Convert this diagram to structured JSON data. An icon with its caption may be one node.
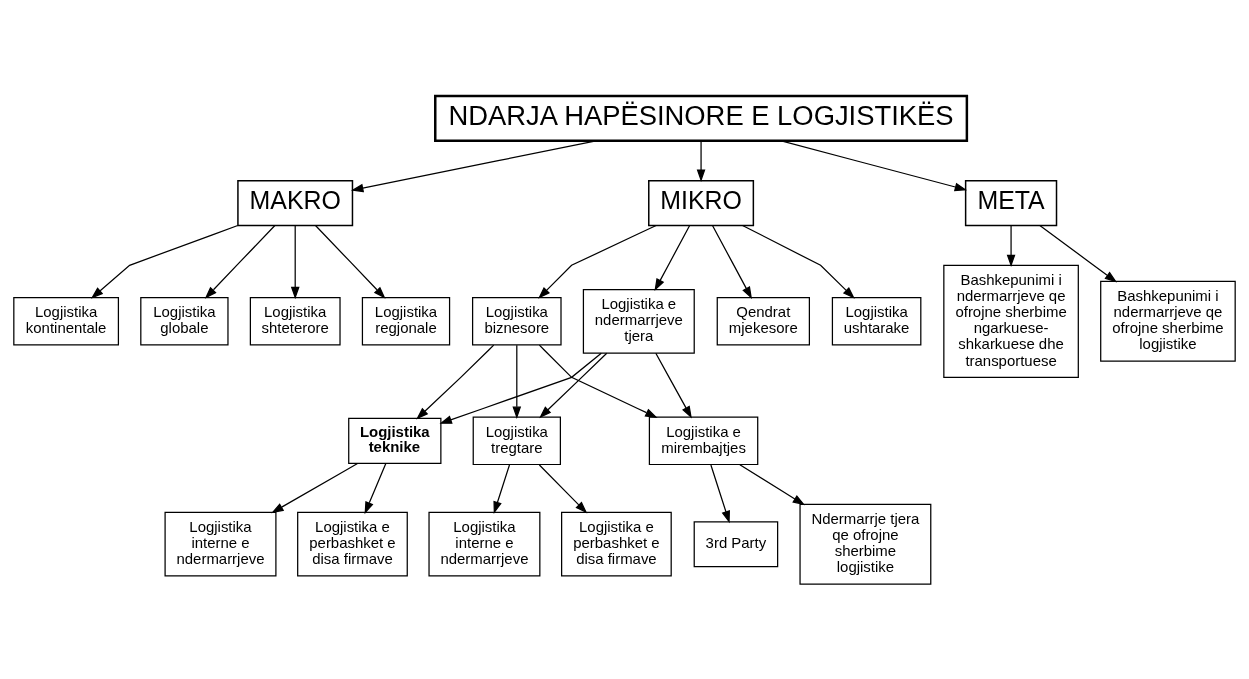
{
  "diagram": {
    "nodes": [
      {
        "text": [
          "NDARJA HAPËSINORE E LOGJISTIKËS"
        ]
      },
      {
        "text": [
          "MAKRO"
        ]
      },
      {
        "text": [
          "MIKRO"
        ]
      },
      {
        "text": [
          "META"
        ]
      },
      {
        "text": [
          "Logjistika shteterore"
        ]
      },
      {
        "text": [
          "Logjistika regjonale"
        ]
      },
      {
        "text": [
          "Logjistika kontinentale"
        ]
      },
      {
        "text": [
          "Logjistika globale"
        ]
      },
      {
        "text": [
          "Qendrat mjekesore"
        ]
      },
      {
        "text": [
          "Logjistika ushtarake"
        ]
      },
      {
        "text": [
          "Logjistika biznesore"
        ]
      },
      {
        "text": [
          "Logjistika e ndermarrjeve tjera"
        ]
      },
      {
        "text": [
          "Logjistika teknike"
        ]
      },
      {
        "text": [
          "Logjistika tregtare"
        ]
      },
      {
        "text": [
          "Logjistika e mirembajtjes"
        ]
      },
      {
        "text": [
          "Logjistika interne e ndermarrjeve"
        ]
      },
      {
        "text": [
          "Logjistika e perbashket e disa firmave"
        ]
      },
      {
        "text": [
          "Logjistika interne e ndermarrjeve"
        ]
      },
      {
        "text": [
          "Logjistika e perbashket e disa firmave"
        ]
      },
      {
        "text": [
          "Bashkepunimi i ndermarrjeve qe ofrojne sherbime ngarkuese- shkarkuese dhe transportuese"
        ]
      },
      {
        "text": [
          "Bashkepunimi i ndermarrjeve qe ofrojne sherbime logjistike"
        ]
      },
      {
        "text": [
          "3rd Party"
        ]
      },
      {
        "text": [
          "Ndermarrje tjera qe ofrojne sherbime logjistike"
        ]
      }
    ],
    "edges": [
      {
        "from": 0,
        "to": 1,
        "arrow": "to"
      },
      {
        "from": 0,
        "to": 2,
        "arrow": "to"
      },
      {
        "from": 0,
        "to": 3,
        "arrow": "to"
      },
      {
        "from": 1,
        "to": 4,
        "arrow": "to"
      },
      {
        "from": 1,
        "to": 5,
        "arrow": "to"
      },
      {
        "from": 1,
        "to": 6,
        "arrow": "to"
      },
      {
        "from": 1,
        "to": 7,
        "arrow": "to"
      },
      {
        "from": 2,
        "to": 8,
        "arrow": "to"
      },
      {
        "from": 2,
        "to": 9,
        "arrow": "to"
      },
      {
        "from": 2,
        "to": 10,
        "arrow": "to"
      },
      {
        "from": 2,
        "to": 11,
        "arrow": "to"
      },
      {
        "from": 10,
        "to": 12,
        "arrow": "to"
      },
      {
        "from": 10,
        "to": 13,
        "arrow": "to"
      },
      {
        "from": 10,
        "to": 14,
        "arrow": "to"
      },
      {
        "from": 11,
        "to": 12,
        "arrow": "to"
      },
      {
        "from": 11,
        "to": 13,
        "arrow": "to"
      },
      {
        "from": 11,
        "to": 14,
        "arrow": "to"
      },
      {
        "from": 12,
        "to": 15,
        "arrow": "to"
      },
      {
        "from": 12,
        "to": 16,
        "arrow": "to"
      },
      {
        "from": 13,
        "to": 17,
        "arrow": "to"
      },
      {
        "from": 13,
        "to": 18,
        "arrow": "to"
      },
      {
        "from": 3,
        "to": 19,
        "arrow": "to"
      },
      {
        "from": 3,
        "to": 20,
        "arrow": "to"
      },
      {
        "from": 14,
        "to": 21,
        "arrow": "to"
      },
      {
        "from": 14,
        "to": 22,
        "arrow": "to"
      }
    ]
  }
}
